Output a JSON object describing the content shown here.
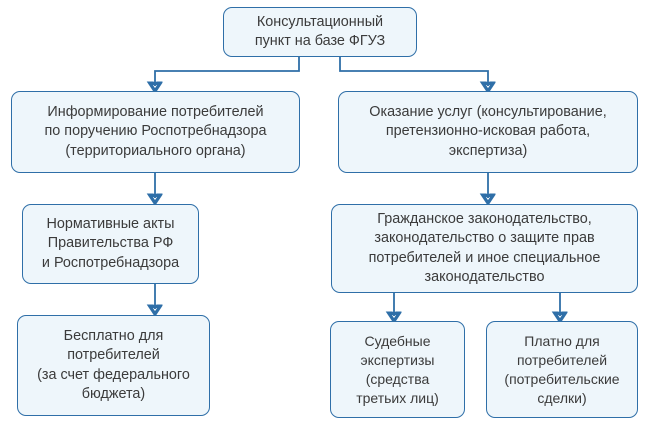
{
  "diagram": {
    "title_node": {
      "id": "root",
      "text": "Консультационный\nпункт на базе ФГУЗ"
    },
    "branches": {
      "left": {
        "level1": {
          "text": "Информирование потребителей\nпо поручению Роспотребнадзора\n(территориального органа)"
        },
        "level2": {
          "text": "Нормативные акты\nПравительства РФ\nи Роспотребнадзора"
        },
        "level3": {
          "text": "Бесплатно для\nпотребителей\n(за счет федерального\nбюджета)"
        }
      },
      "right": {
        "level1": {
          "text": "Оказание услуг (консультирование,\nпретензионно-исковая работа,\nэкспертиза)"
        },
        "level2": {
          "text": "Гражданское законодательство,\nзаконодательство о защите прав\nпотребителей и иное специальное\nзаконодательство"
        },
        "level3_left": {
          "text": "Судебные\nэкспертизы\n(средства\nтретьих лиц)"
        },
        "level3_right": {
          "text": "Платно для\nпотребителей\n(потребительские\nсделки)"
        }
      }
    },
    "style": {
      "node_fill": "#eef6fb",
      "node_border": "#2f6fa8",
      "text_color": "#3b3b3b",
      "connector_color": "#2f6fa8",
      "background": "#ffffff"
    }
  }
}
